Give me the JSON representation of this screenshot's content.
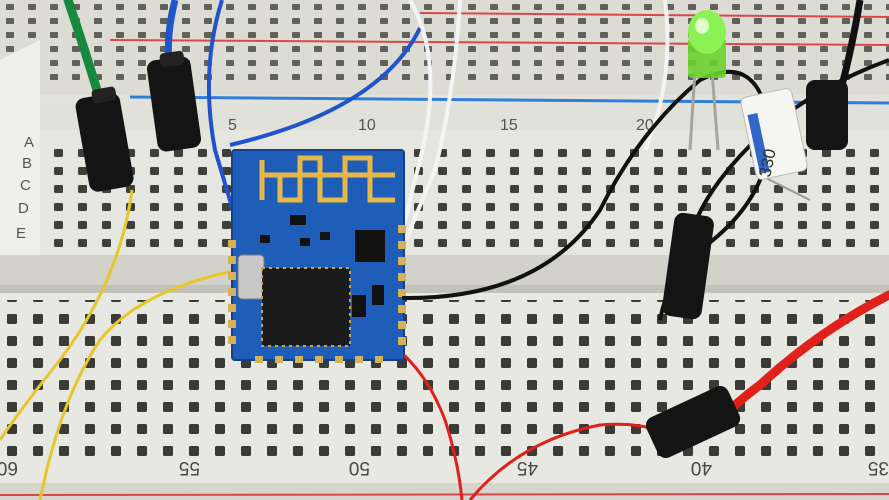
{
  "breadboard": {
    "column_numbers_top": [
      "5",
      "10",
      "15",
      "20"
    ],
    "column_numbers_bottom": [
      "60",
      "55",
      "50",
      "45",
      "40",
      "35"
    ],
    "row_letters": [
      "A",
      "B",
      "C",
      "D",
      "E"
    ]
  },
  "resistor": {
    "marking": "330"
  },
  "led": {
    "color_name": "green",
    "hex": "#6fe53a"
  },
  "colors": {
    "board": "#e9e9e4",
    "module_pcb": "#1e5db8",
    "chip": "#1b1b1b",
    "rail_red": "#d9474a",
    "rail_blue": "#2f7dd6",
    "wire_blue": "#1f55c8",
    "wire_yellow": "#e6c62a",
    "wire_red": "#e0201b",
    "wire_black": "#111111",
    "wire_green": "#178a3e",
    "wire_white": "#f4f4f4"
  }
}
